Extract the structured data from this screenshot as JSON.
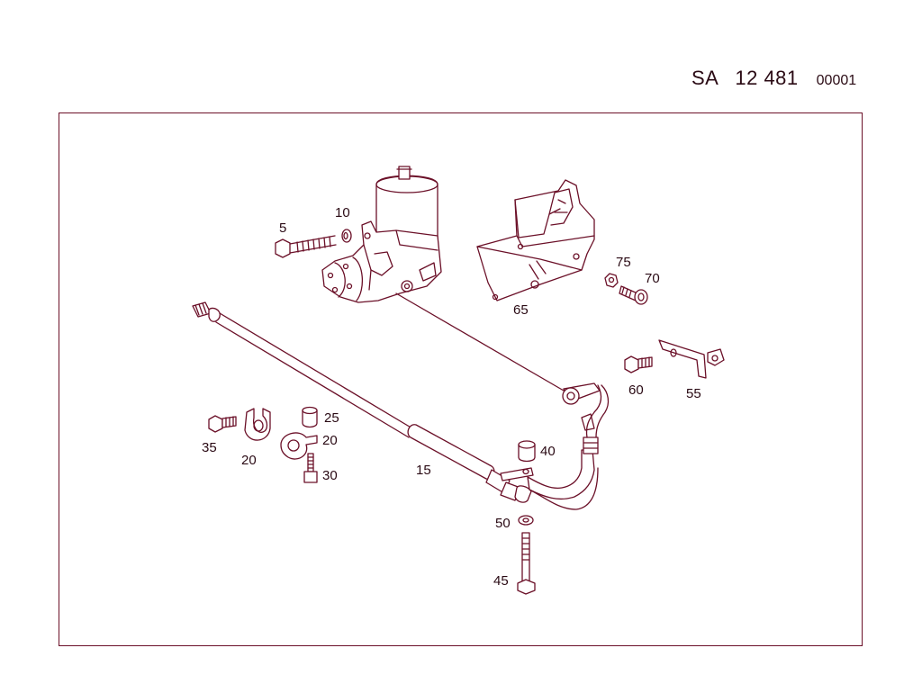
{
  "header": {
    "prefix": "SA",
    "number": "12 481",
    "sheet": "00001"
  },
  "colors": {
    "line": "#6b1028",
    "text": "#2a0a14"
  },
  "callouts": {
    "c5": "5",
    "c10": "10",
    "c65": "65",
    "c75": "75",
    "c70": "70",
    "c60": "60",
    "c55": "55",
    "c25": "25",
    "c20a": "20",
    "c20b": "20",
    "c35": "35",
    "c30": "30",
    "c15": "15",
    "c40": "40",
    "c50": "50",
    "c45": "45"
  }
}
